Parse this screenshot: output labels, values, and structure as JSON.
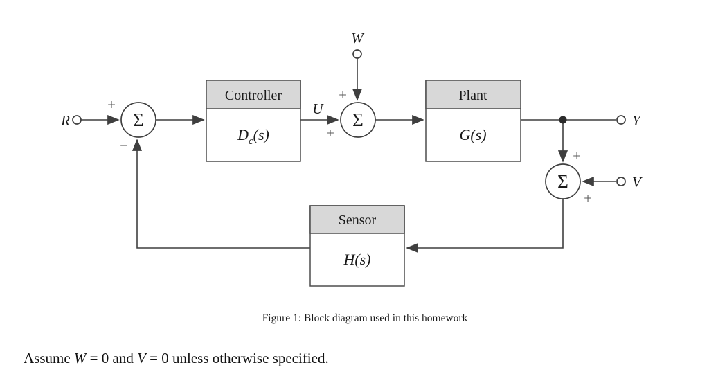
{
  "diagram": {
    "signals": {
      "r": "R",
      "w": "W",
      "u": "U",
      "y": "Y",
      "v": "V"
    },
    "sum_symbol": "Σ",
    "signs": {
      "sum1_top": "+",
      "sum1_bottom": "−",
      "sum2_top": "+",
      "sum2_bottom": "+",
      "sum3_top": "+",
      "sum3_bottom": "+"
    },
    "blocks": {
      "controller": {
        "title": "Controller",
        "tf_base": "D",
        "tf_sub": "c",
        "tf_arg": "(s)"
      },
      "plant": {
        "title": "Plant",
        "tf": "G(s)"
      },
      "sensor": {
        "title": "Sensor",
        "tf": "H(s)"
      }
    },
    "colors": {
      "header_fill": "#d8d8d8",
      "line": "#3f3f3f",
      "block_border": "#4d4d4d",
      "sign": "#5a5a5a",
      "background": "#ffffff"
    }
  },
  "caption": "Figure 1: Block diagram used in this homework",
  "note": {
    "part1": "Assume ",
    "var1": "W",
    "part2": " = 0 and ",
    "var2": "V",
    "part3": " = 0 unless otherwise specified."
  }
}
